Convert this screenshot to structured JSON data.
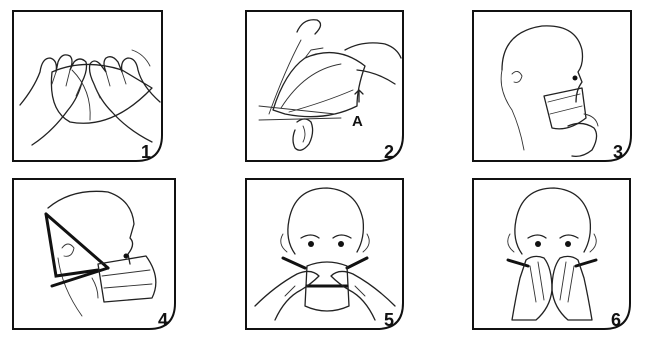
{
  "steps": [
    {
      "number": "1"
    },
    {
      "number": "2",
      "label": "A"
    },
    {
      "number": "3"
    },
    {
      "number": "4"
    },
    {
      "number": "5"
    },
    {
      "number": "6"
    }
  ]
}
